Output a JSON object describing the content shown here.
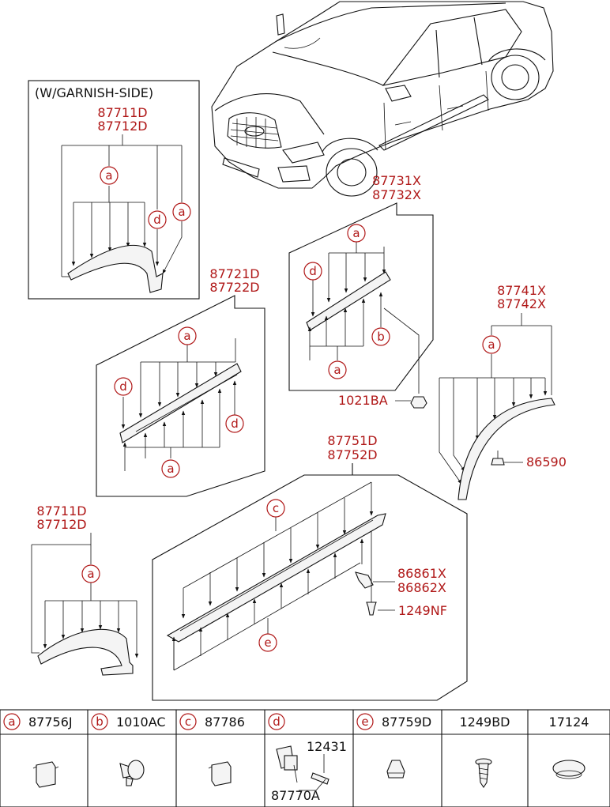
{
  "callouts": {
    "garnish_title": "(W/GARNISH-SIDE)",
    "garnish_pn1": "87711D",
    "garnish_pn2": "87712D",
    "front_pn1": "87711D",
    "front_pn2": "87712D",
    "door_front_pn1": "87721D",
    "door_front_pn2": "87722D",
    "door_rear_pn1": "87731X",
    "door_rear_pn2": "87732X",
    "rear_arch_pn1": "87741X",
    "rear_arch_pn2": "87742X",
    "sill_pn1": "87751D",
    "sill_pn2": "87752D",
    "bracket_pn1": "86861X",
    "bracket_pn2": "86862X",
    "screw_pn": "1249NF",
    "nut_pn": "1021BA",
    "clip_pn": "86590"
  },
  "circle_letters": {
    "a": "a",
    "b": "b",
    "c": "c",
    "d": "d",
    "e": "e"
  },
  "legend": [
    {
      "letter": "a",
      "part": "87756J"
    },
    {
      "letter": "b",
      "part": "1010AC"
    },
    {
      "letter": "c",
      "part": "87786"
    },
    {
      "letter": "d",
      "part": "",
      "sub1": "12431",
      "sub2": "87770A"
    },
    {
      "letter": "e",
      "part": "87759D"
    },
    {
      "letter": "",
      "part": "1249BD"
    },
    {
      "letter": "",
      "part": "17124"
    }
  ],
  "colors": {
    "callout": "#b01818",
    "line": "#111111",
    "background": "#ffffff"
  }
}
